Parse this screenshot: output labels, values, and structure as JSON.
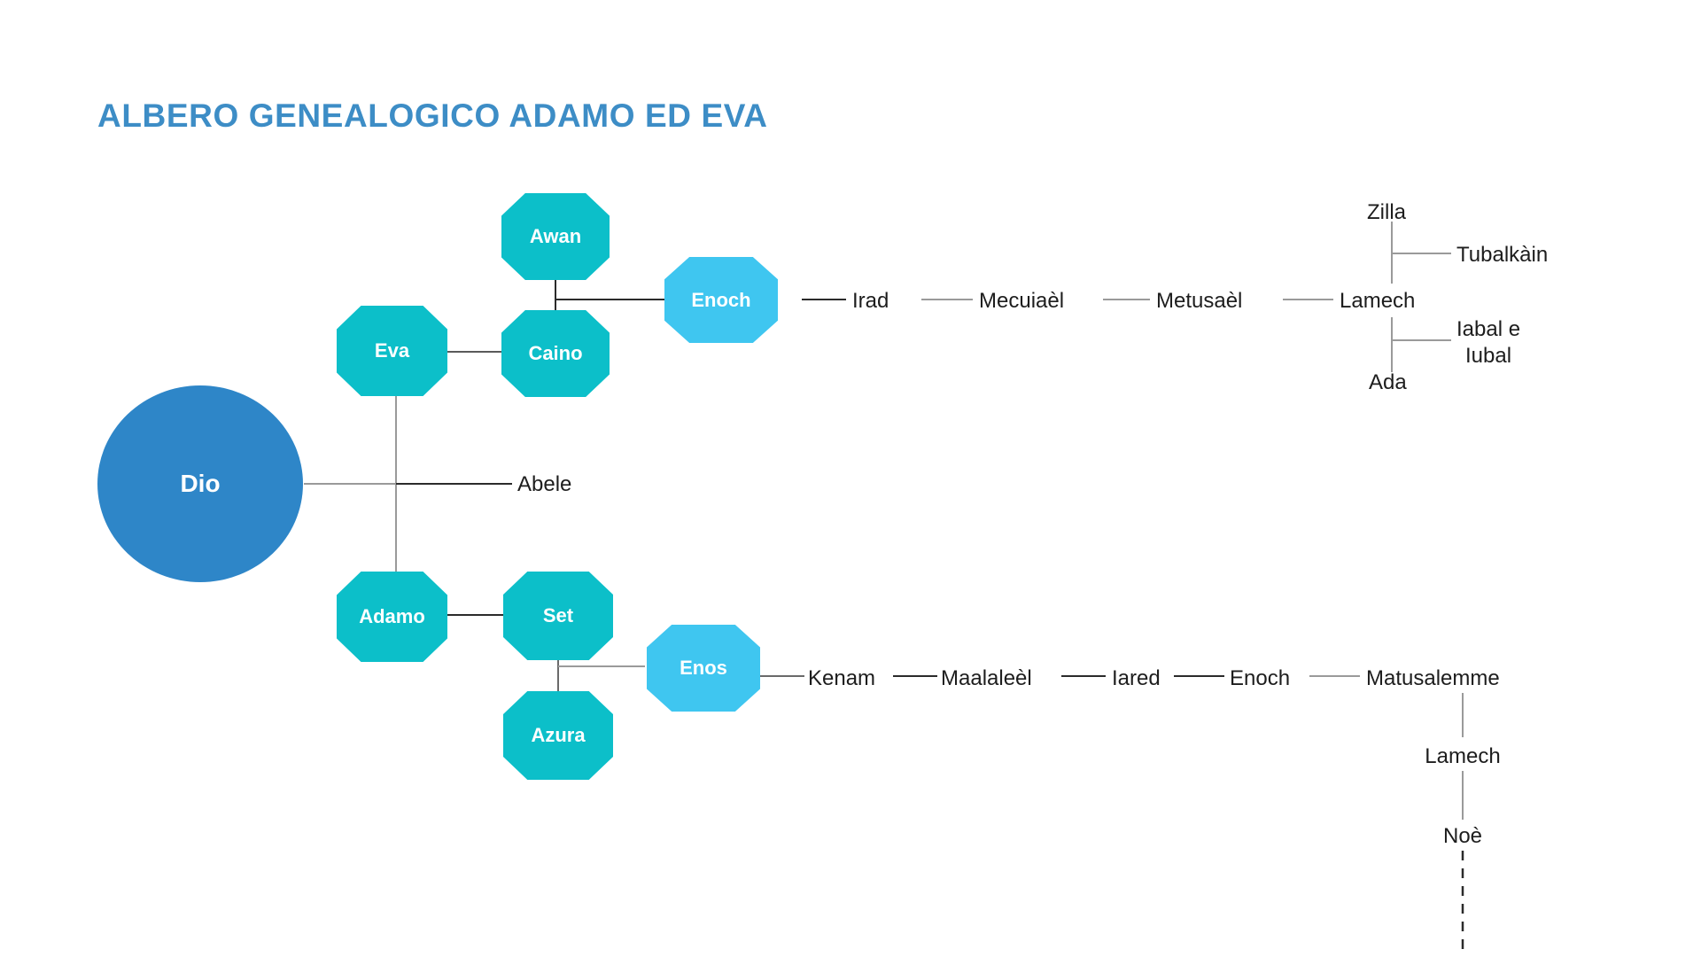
{
  "title": "ALBERO GENEALOGICO ADAMO ED EVA",
  "colors": {
    "title": "#3d8dc6",
    "root_node": "#2e86c8",
    "family_node": "#0cbfc9",
    "descendant_node": "#3fc6f0",
    "edge": "#8a8a8a",
    "edge_dark": "#2b2b2b",
    "text": "#1d1d1d",
    "background": "#ffffff"
  },
  "nodes": {
    "dio": "Dio",
    "eva": "Eva",
    "adamo": "Adamo",
    "caino": "Caino",
    "awan": "Awan",
    "enoch_cain": "Enoch",
    "set": "Set",
    "azura": "Azura",
    "enos": "Enos"
  },
  "labels": {
    "abele": "Abele",
    "irad": "Irad",
    "mecuiael": "Mecuiaèl",
    "metusael": "Metusaèl",
    "lamech_cain": "Lamech",
    "zilla": "Zilla",
    "ada": "Ada",
    "tubalkain": "Tubalkàin",
    "iabal_iubal_line1": "Iabal e",
    "iabal_iubal_line2": "Iubal",
    "kenam": "Kenam",
    "maalaleel": "Maalaleèl",
    "iared": "Iared",
    "enoch_set": "Enoch",
    "matusalemme": "Matusalemme",
    "lamech_set": "Lamech",
    "noe": "Noè"
  },
  "chart_data": {
    "type": "diagram",
    "title": "ALBERO GENEALOGICO ADAMO ED EVA",
    "diagram_kind": "genealogy-tree",
    "orientation": "left-to-right",
    "generations": [
      {
        "level": 0,
        "members": [
          "Dio"
        ]
      },
      {
        "level": 1,
        "members": [
          "Eva",
          "Adamo"
        ]
      },
      {
        "level": 2,
        "members": [
          "Caino",
          "Awan",
          "Abele",
          "Set",
          "Azura"
        ]
      },
      {
        "level": 3,
        "members": [
          "Enoch",
          "Enos"
        ]
      },
      {
        "level": 4,
        "members": [
          "Irad",
          "Kenam"
        ]
      },
      {
        "level": 5,
        "members": [
          "Mecuiaèl",
          "Maalaleèl"
        ]
      },
      {
        "level": 6,
        "members": [
          "Metusaèl",
          "Iared"
        ]
      },
      {
        "level": 7,
        "members": [
          "Lamech",
          "Enoch"
        ]
      },
      {
        "level": 8,
        "members": [
          "Zilla",
          "Ada",
          "Matusalemme"
        ]
      },
      {
        "level": 9,
        "members": [
          "Tubalkàin",
          "Iabal e Iubal",
          "Lamech"
        ]
      },
      {
        "level": 10,
        "members": [
          "Noè"
        ]
      }
    ],
    "edges": [
      {
        "from": "Dio",
        "to": "Eva"
      },
      {
        "from": "Dio",
        "to": "Adamo"
      },
      {
        "from": "Dio",
        "to": "Abele"
      },
      {
        "from": "Eva",
        "to": "Caino"
      },
      {
        "from": "Caino",
        "to": "Awan",
        "relation": "spouse"
      },
      {
        "from": "Caino",
        "to": "Enoch"
      },
      {
        "from": "Enoch",
        "to": "Irad"
      },
      {
        "from": "Irad",
        "to": "Mecuiaèl"
      },
      {
        "from": "Mecuiaèl",
        "to": "Metusaèl"
      },
      {
        "from": "Metusaèl",
        "to": "Lamech"
      },
      {
        "from": "Lamech",
        "to": "Zilla",
        "relation": "spouse"
      },
      {
        "from": "Lamech",
        "to": "Ada",
        "relation": "spouse"
      },
      {
        "from": "Zilla",
        "to": "Tubalkàin"
      },
      {
        "from": "Ada",
        "to": "Iabal e Iubal"
      },
      {
        "from": "Adamo",
        "to": "Set"
      },
      {
        "from": "Set",
        "to": "Azura",
        "relation": "spouse"
      },
      {
        "from": "Set",
        "to": "Enos"
      },
      {
        "from": "Enos",
        "to": "Kenam"
      },
      {
        "from": "Kenam",
        "to": "Maalaleèl"
      },
      {
        "from": "Maalaleèl",
        "to": "Iared"
      },
      {
        "from": "Iared",
        "to": "Enoch"
      },
      {
        "from": "Enoch",
        "to": "Matusalemme"
      },
      {
        "from": "Matusalemme",
        "to": "Lamech"
      },
      {
        "from": "Lamech",
        "to": "Noè"
      },
      {
        "from": "Noè",
        "to": "(continues)",
        "style": "dashed"
      }
    ]
  }
}
